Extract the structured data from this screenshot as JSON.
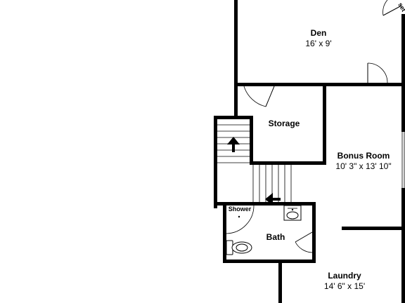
{
  "rooms": {
    "den": {
      "name": "Den",
      "dimensions": "16' x 9'"
    },
    "storage": {
      "name": "Storage"
    },
    "bonus_room": {
      "name": "Bonus Room",
      "dimensions": "10' 3\" x 13' 10\""
    },
    "bath": {
      "name": "Bath"
    },
    "shower": {
      "name": "Shower"
    },
    "laundry": {
      "name": "Laundry",
      "dimensions": "14' 6\" x 15'"
    },
    "closet_fragment": {
      "name": "set"
    }
  },
  "icons": {
    "stair_up_arrow": "arrow-up-icon",
    "stair_left_arrow": "arrow-left-icon",
    "toilet": "toilet-icon",
    "sink": "sink-icon"
  },
  "colors": {
    "walls": "#000000",
    "background": "#ffffff"
  }
}
